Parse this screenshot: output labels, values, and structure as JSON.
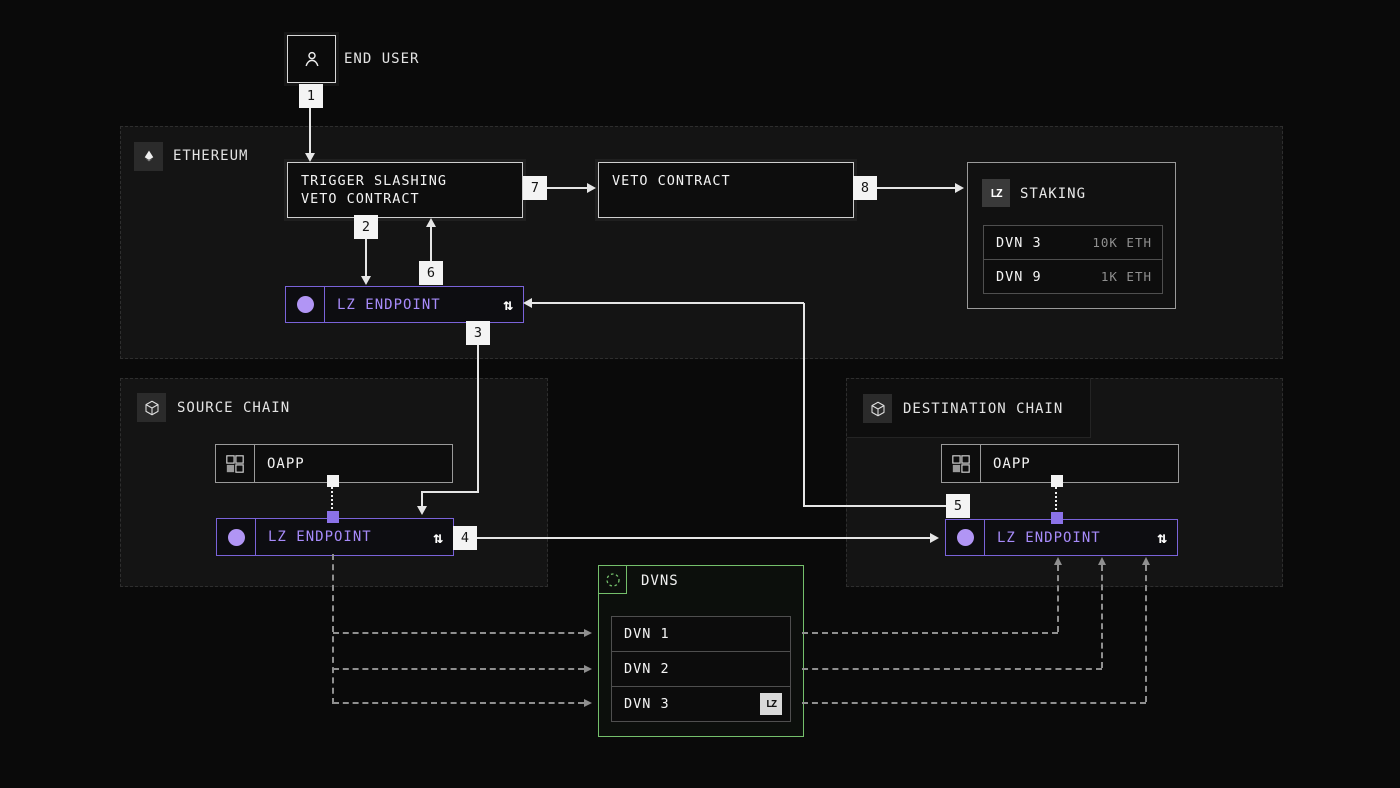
{
  "steps": [
    "1",
    "2",
    "3",
    "4",
    "5",
    "6",
    "7",
    "8"
  ],
  "end_user": {
    "label": "END USER"
  },
  "ethereum": {
    "label": "ETHEREUM",
    "trigger_contract": {
      "line1": "TRIGGER SLASHING",
      "line2": "VETO CONTRACT"
    },
    "veto_contract": {
      "label": "VETO CONTRACT"
    },
    "staking": {
      "label": "STAKING",
      "rows": [
        {
          "name": "DVN 3",
          "stake": "10K ETH"
        },
        {
          "name": "DVN 9",
          "stake": "1K ETH"
        }
      ]
    },
    "endpoint": {
      "label": "LZ ENDPOINT"
    }
  },
  "source_chain": {
    "label": "SOURCE CHAIN",
    "oapp": {
      "label": "OAPP"
    },
    "endpoint": {
      "label": "LZ ENDPOINT"
    }
  },
  "destination_chain": {
    "label": "DESTINATION CHAIN",
    "oapp": {
      "label": "OAPP"
    },
    "endpoint": {
      "label": "LZ ENDPOINT"
    }
  },
  "dvns": {
    "label": "DVNS",
    "rows": [
      "DVN 1",
      "DVN 2",
      "DVN 3"
    ]
  },
  "icons": {
    "swap_glyph": "⇅",
    "lz_mark": "LZ"
  },
  "colors": {
    "purple_border": "#7a63d9",
    "purple_text": "#a78bfa",
    "green": "#74bf6b",
    "line": "#e6e6e6",
    "muted": "#8f8f8f"
  }
}
